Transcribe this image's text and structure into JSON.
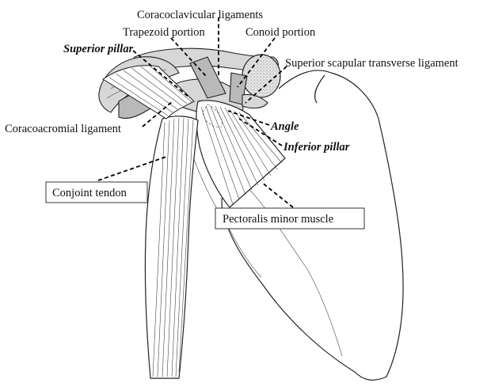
{
  "labels": {
    "coracoclavicular_ligaments": "Coracoclavicular ligaments",
    "trapezoid_portion": "Trapezoid portion",
    "conoid_portion": "Conoid portion",
    "superior_pillar": "Superior pillar",
    "superior_scapular_transverse_ligament": "Superior scapular transverse ligament",
    "coracoacromial_ligament": "Coracoacromial ligament",
    "angle": "Angle",
    "inferior_pillar": "Inferior pillar",
    "conjoint_tendon": "Conjoint tendon",
    "pectoralis_minor_muscle": "Pectoralis minor muscle"
  }
}
